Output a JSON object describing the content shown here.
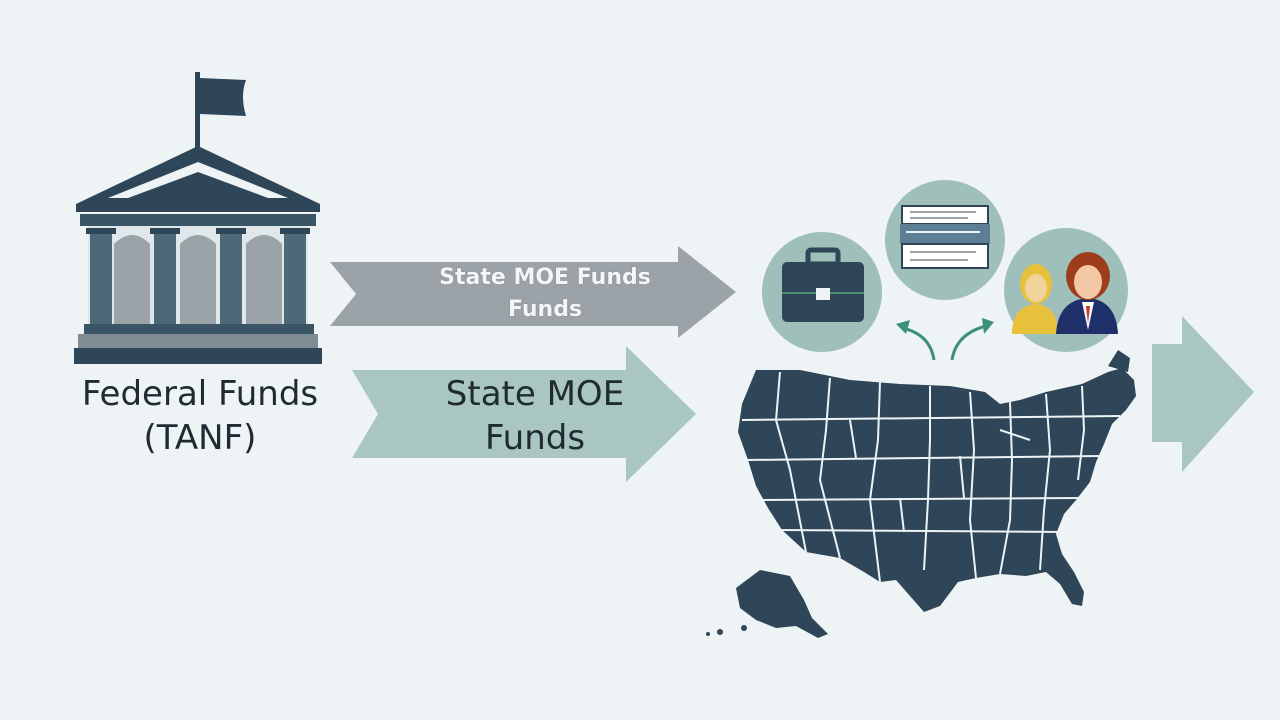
{
  "federal": {
    "label_line1": "Federal Funds",
    "label_line2": "(TANF)"
  },
  "arrow_top": {
    "label_line1": "State MOE Funds",
    "label_line2": "Funds"
  },
  "arrow_bottom": {
    "label_line1": "State MOE",
    "label_line2": "Funds"
  },
  "colors": {
    "background": "#eef4f6",
    "navy": "#2e4657",
    "gray_arrow": "#9ba3a8",
    "teal_arrow": "#a9c6c1",
    "circle_fill": "#9fbfbb",
    "accent_green": "#3d8f7a"
  },
  "icons": [
    "capitol-building-icon",
    "flag-icon",
    "briefcase-icon",
    "documents-icon",
    "people-icon",
    "us-map-icon"
  ]
}
